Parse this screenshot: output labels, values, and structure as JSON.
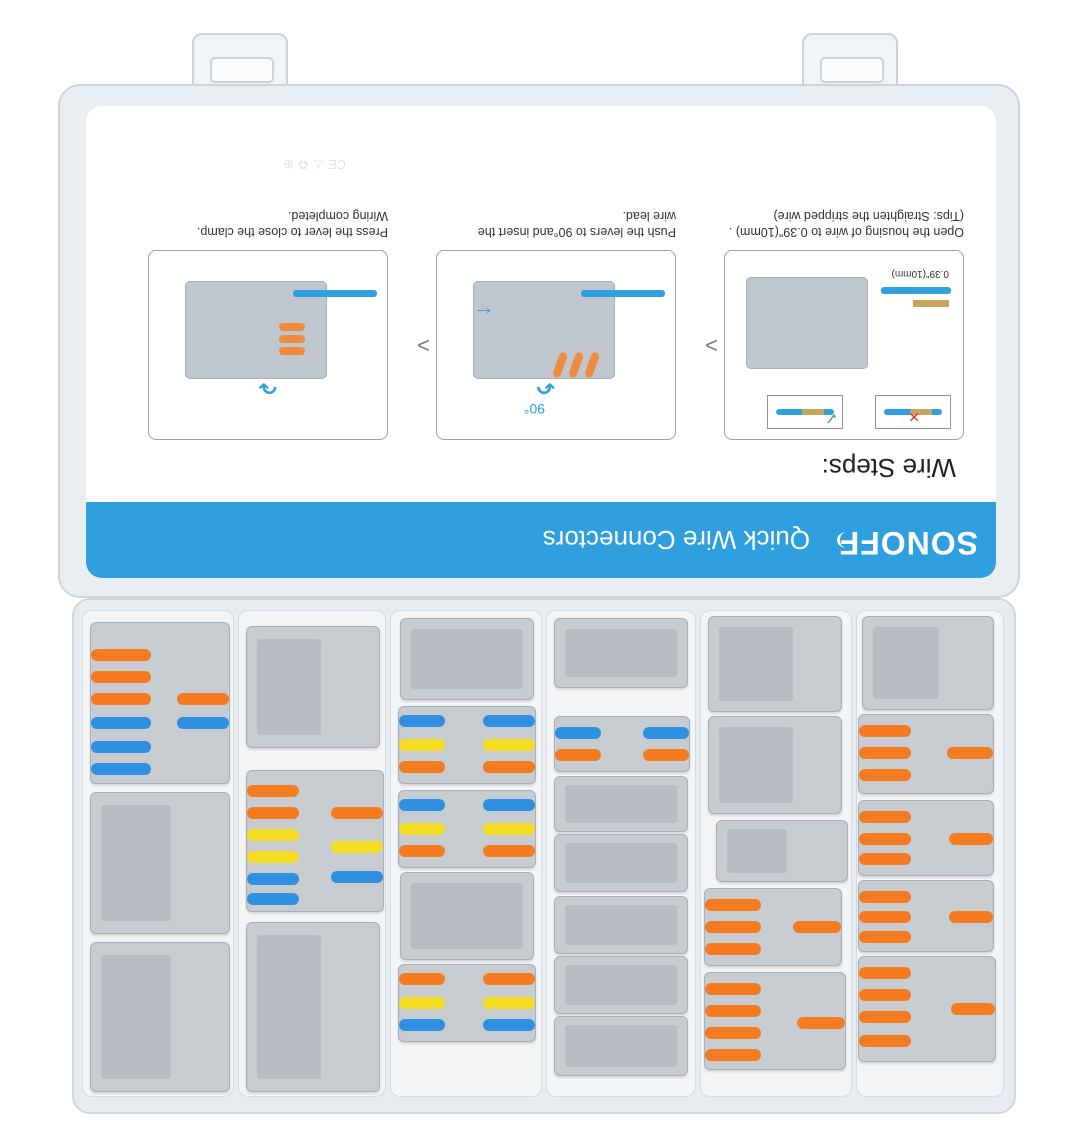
{
  "brand": "SONOFF",
  "product_title": "Quick Wire Connectors",
  "steps_heading": "Wire Steps:",
  "steps": [
    {
      "text_line1": "Open the housing of wire to 0.39\"(10mm) .",
      "text_line2": "(Tips: Straighten the stripped wire)",
      "measure": "0.39\"(10mm)"
    },
    {
      "text_line1": "Push the levers to 90°and insert the",
      "text_line2": "wire lead.",
      "angle": "90°"
    },
    {
      "text_line1": "Press the lever to close the clamp.",
      "text_line2": "Wiring completed."
    }
  ],
  "chevron": ">",
  "certification_marks": "CE  ⚠  ♻  ⊕",
  "colors": {
    "brand_blue": "#2f9fe0",
    "lever_orange": "#f47b20",
    "lever_blue": "#2f8fe0",
    "lever_yellow": "#f4dd22",
    "housing_grey": "#c7ccd1"
  }
}
